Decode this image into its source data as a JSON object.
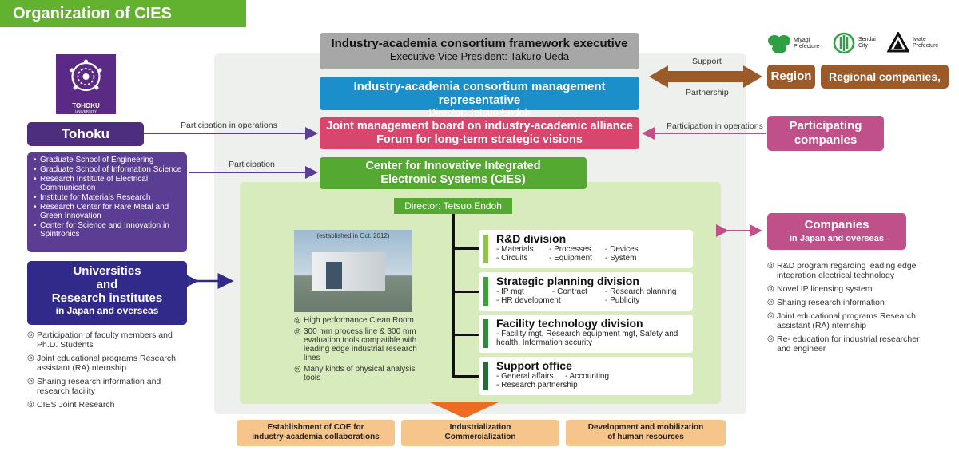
{
  "title": "Organization of CIES Consortium",
  "exec": {
    "line1": "Industry-academia consortium framework executive",
    "line2": "Executive Vice President: Takuro Ueda"
  },
  "mgmt": {
    "line1": "Industry-academia consortium management representative",
    "line2": "Director: Tetsuo Endoh"
  },
  "board": {
    "line1": "Joint management board on industry-academic alliance",
    "line2": "Forum for long-term strategic visions"
  },
  "cies": {
    "line1": "Center for Innovative Integrated",
    "line2": "Electronic Systems (CIES)"
  },
  "director": "Director: Tetsuo Endoh",
  "tohoku_logo": {
    "name": "TOHOKU",
    "sub": "UNIVERSITY"
  },
  "tohoku": "Tohoku University",
  "schools": [
    "Graduate School of Engineering",
    "Graduate School of  Information Science",
    "Research Institute of Electrical Communication",
    "Institute for Materials  Research",
    "Research Center for Rare Metal and Green Innovation",
    "Center for Science and Innovation in Spintronics"
  ],
  "univ": {
    "l1": "Universities",
    "l2": "and",
    "l3": "Research institutes",
    "sub": "in Japan and overseas"
  },
  "univ_bullets": [
    "Participation of faculty members and Ph.D. Students",
    "Joint educational programs Research assistant (RA) nternship",
    "Sharing research information and research facility",
    "CIES Joint Research"
  ],
  "arrows": {
    "participation_ops_left": "Participation in operations",
    "participation_left": "Participation",
    "participation_ops_right": "Participation in operations",
    "support": "Support",
    "partnership": "Partnership"
  },
  "participating": {
    "l1": "Participating",
    "l2": "companies"
  },
  "companies": {
    "l1": "Companies",
    "sub": "in Japan and overseas"
  },
  "comp_bullets": [
    "R&D program regarding leading edge integration electrical technology",
    "Novel IP licensing system",
    "Sharing research information",
    "Joint educational programs Research assistant (RA) nternship",
    "Re- education for industrial researcher and engineer"
  ],
  "region": "Region",
  "regional": "Regional companies, etc",
  "prefs": [
    {
      "l1": "Miyagi",
      "l2": "Prefecture"
    },
    {
      "l1": "Sendai",
      "l2": "City"
    },
    {
      "l1": "Iwate",
      "l2": "Prefecture"
    }
  ],
  "photo_caption": "(established in Oct. 2012)",
  "photo_bullets": [
    "High performance Clean Room",
    "300 mm process line & 300 mm evaluation tools compatible with leading edge industrial research lines",
    "Many kinds of physical analysis tools"
  ],
  "divisions": [
    {
      "title": "R&D division",
      "color": "#8dc63f",
      "rows": [
        [
          "- Materials",
          "- Processes",
          "- Devices"
        ],
        [
          "- Circuits",
          "- Equipment",
          "- System"
        ]
      ]
    },
    {
      "title": "Strategic planning division",
      "color": "#3aa335",
      "rows": [
        [
          "- IP mgt",
          "- Contract",
          "- Research planning"
        ],
        [
          "- HR development",
          "",
          "- Publicity"
        ]
      ]
    },
    {
      "title": "Facility technology division",
      "color": "#2d8b3a",
      "rows": [
        [
          "- Facility mgt, Research equipment mgt, Safety and"
        ],
        [
          "health, Information security"
        ]
      ]
    },
    {
      "title": "Support office",
      "color": "#1f6e33",
      "rows": [
        [
          "- General affairs",
          "- Accounting"
        ],
        [
          "- Research partnership"
        ]
      ]
    }
  ],
  "outcomes": [
    {
      "l1": "Establishment of COE for",
      "l2": "industry-academia collaborations"
    },
    {
      "l1": "Industrialization",
      "l2": "Commercialization"
    },
    {
      "l1": "Development and mobilization",
      "l2": "of human resources"
    }
  ]
}
